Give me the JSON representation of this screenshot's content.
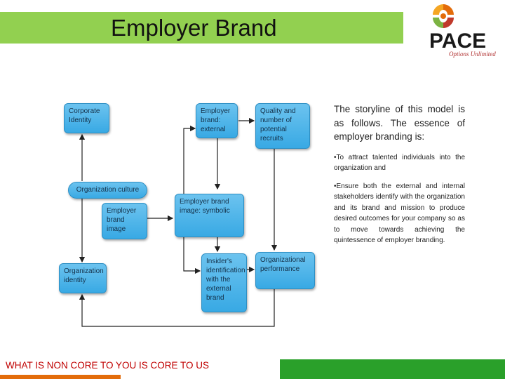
{
  "header": {
    "title": "Employer Brand",
    "title_bar_color": "#92d050"
  },
  "logo": {
    "name": "PACE",
    "tagline": "Options Unlimited"
  },
  "diagram": {
    "box_color": "#4db6ea",
    "nodes": {
      "corporate_identity": "Corporate Identity",
      "employer_brand_external": "Employer brand: external",
      "quality_recruits": "Quality and number of potential recruits",
      "organization_culture": "Organization culture",
      "employer_brand_image": "Employer brand image",
      "employer_brand_symbolic": "Employer brand image: symbolic",
      "organization_identity": "Organization identity",
      "insiders_identification": "Insider's identification with the external brand",
      "organizational_performance": "Organizational performance"
    }
  },
  "description": {
    "lead": "The storyline of this model is as follows. The essence of employer branding is:",
    "bullets": [
      "•To attract talented individuals into the organization and",
      "•Ensure both the external and internal stakeholders identify with the organization and its brand and mission to produce desired outcomes for your company so as to move towards achieving the quintessence of employer branding."
    ]
  },
  "footer": {
    "slogan": "WHAT IS NON CORE TO YOU IS CORE TO US",
    "colors": [
      "#e36c0a",
      "#2aa02a"
    ]
  }
}
